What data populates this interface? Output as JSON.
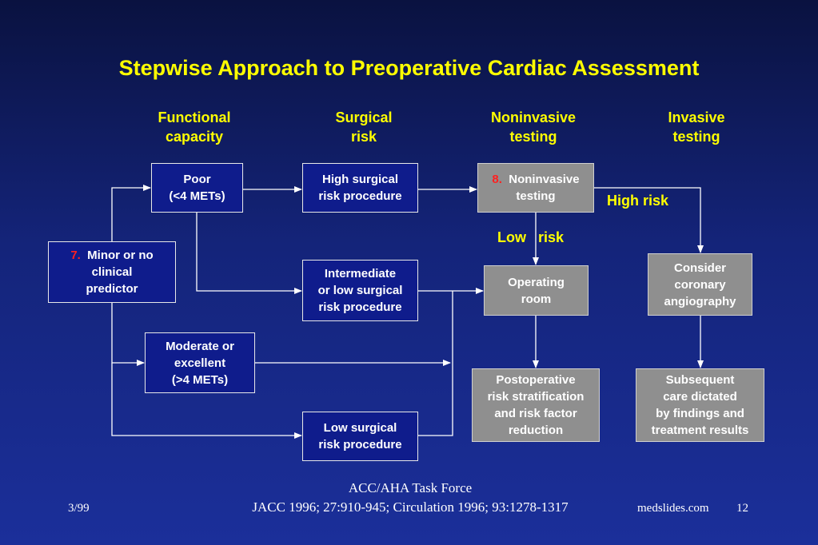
{
  "title": "Stepwise Approach to Preoperative Cardiac Assessment",
  "columns": {
    "functional": [
      "Functional",
      "capacity"
    ],
    "surgical": [
      "Surgical",
      "risk"
    ],
    "noninvasive": [
      "Noninvasive",
      "testing"
    ],
    "invasive": [
      "Invasive",
      "testing"
    ]
  },
  "boxes": {
    "minor": {
      "number": "7.",
      "lines": [
        "Minor or no",
        "clinical",
        "predictor"
      ]
    },
    "poor": {
      "lines": [
        "Poor",
        "(<4 METs)"
      ]
    },
    "moderate": {
      "lines": [
        "Moderate or",
        "excellent",
        "(>4 METs)"
      ]
    },
    "high_surgical": {
      "lines": [
        "High surgical",
        "risk  procedure"
      ]
    },
    "intermediate": {
      "lines": [
        "Intermediate",
        "or low surgical",
        "risk  procedure"
      ]
    },
    "low_surgical": {
      "lines": [
        "Low surgical",
        "risk  procedure"
      ]
    },
    "noninvasive": {
      "number": "8.",
      "lines": [
        "Noninvasive",
        "testing"
      ]
    },
    "operating": {
      "lines": [
        "Operating",
        "room"
      ]
    },
    "postoperative": {
      "lines": [
        "Postoperative",
        "risk stratification",
        "and risk factor",
        "reduction"
      ]
    },
    "angiography": {
      "lines": [
        "Consider",
        "coronary",
        "angiography"
      ]
    },
    "subsequent": {
      "lines": [
        "Subsequent",
        "care  dictated",
        "by findings and",
        "treatment results"
      ]
    }
  },
  "labels": {
    "high_risk": "High risk",
    "low_risk": "Low   risk"
  },
  "footer": {
    "date": "3/99",
    "source_line1": "ACC/AHA Task Force",
    "source_line2": "JACC 1996; 27:910-945; Circulation 1996; 93:1278-1317",
    "site": "medslides.com",
    "page": "12"
  },
  "colors": {
    "title": "#ffff00",
    "box_blue": "#0f1c8c",
    "box_gray": "#8f8f8f",
    "step_number": "#ff2020"
  }
}
